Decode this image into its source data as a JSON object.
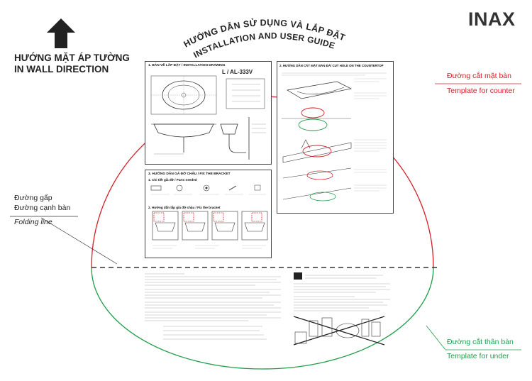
{
  "brand": "INAX",
  "wall_direction": {
    "line1": "HƯỚNG MẶT ÁP TƯỜNG",
    "line2": "IN WALL DIRECTION"
  },
  "title": {
    "vi": "HƯỚNG DẪN SỬ DỤNG VÀ LẮP ĐẶT",
    "en": "INSTALLATION AND USER GUIDE"
  },
  "counter_template": {
    "vi": "Đường cắt mặt bàn",
    "en": "Template for counter"
  },
  "under_template": {
    "vi": "Đường cắt thân bàn",
    "en": "Template for under"
  },
  "folding": {
    "vi_line1": "Đường gấp",
    "vi_line2": "Đường cạnh bàn",
    "en": "Folding line"
  },
  "panel1": {
    "title": "1. BẢN VẼ LẮP ĐẶT / INSTALLATION DRAWING",
    "model": "L / AL-333V"
  },
  "panel2": {
    "title": "2. HƯỚNG DẪN CẮT MẶT BÀN ĐÁ/ CUT HOLE ON THE COUNTERTOP"
  },
  "panel3": {
    "title": "3. HƯỚNG DẪN GÁ ĐỠ CHẬU / FIX THE BRACKET",
    "parts_title": "1. Chi tiết giá đỡ / Parts needed",
    "fix_title": "2. Hướng dẫn lắp giá đỡ chậu / Fix the bracket"
  },
  "colors": {
    "counter_circle": "#d42027",
    "under_circle": "#1f9e48",
    "folding_line": "#333333"
  },
  "icons": [
    "up-arrow-icon"
  ]
}
